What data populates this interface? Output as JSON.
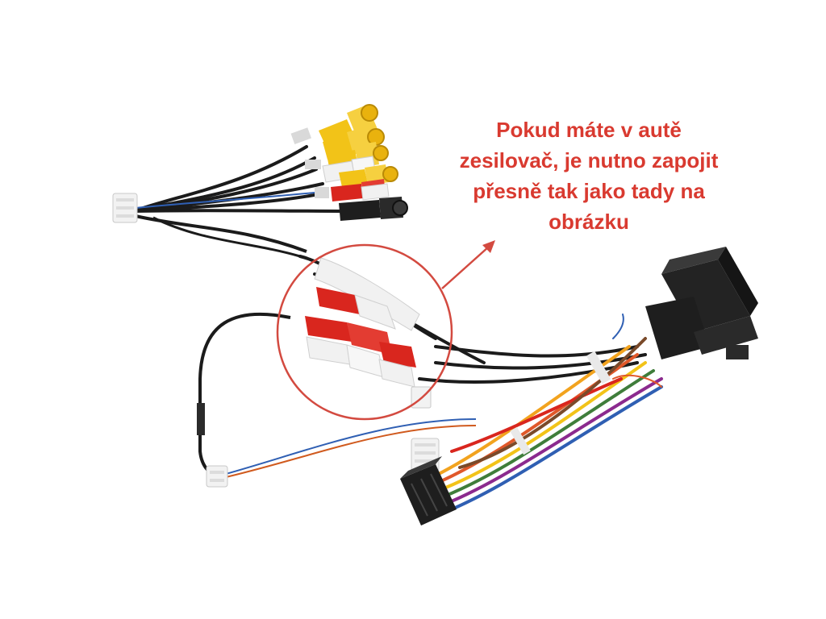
{
  "annotation": {
    "lines": [
      "Pokud máte v autě",
      "zesilovač, je nutno zapojit",
      "přesně tak jako tady na",
      "obrázku"
    ],
    "color": "#d93a30"
  },
  "colors": {
    "rca_yellow": "#f2c318",
    "rca_white": "#f1f1f1",
    "rca_red": "#d9261e",
    "rca_black": "#1e1e1e",
    "cable_black": "#1b1b1b",
    "connector_black": "#232323",
    "highlight_circle": "#d34a40"
  },
  "icons": [
    "wiring-harness-photo",
    "rca-plug-icon",
    "iso-connector-icon",
    "arrow-icon"
  ]
}
